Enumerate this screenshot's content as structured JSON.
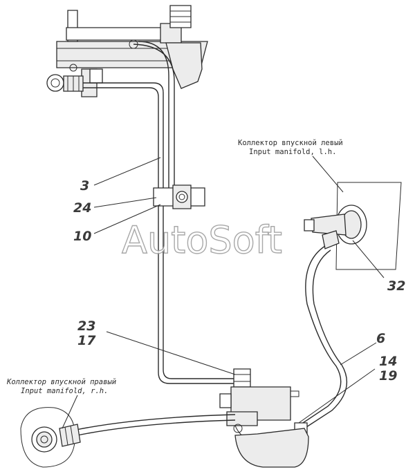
{
  "watermark": "AutoSoft",
  "callouts": {
    "c3": "3",
    "c24": "24",
    "c10": "10",
    "c32": "32",
    "c23": "23",
    "c17": "17",
    "c6": "6",
    "c14": "14",
    "c19": "19"
  },
  "notes": {
    "left_manifold_ru": "Коллектор впускной левый",
    "left_manifold_en": "Input manifold, l.h.",
    "right_manifold_ru": "Коллектор впускной правый",
    "right_manifold_en": "Input manifold, r.h."
  },
  "colors": {
    "line": "#2b2b2b",
    "watermark_outline": "#9a9a9a"
  }
}
